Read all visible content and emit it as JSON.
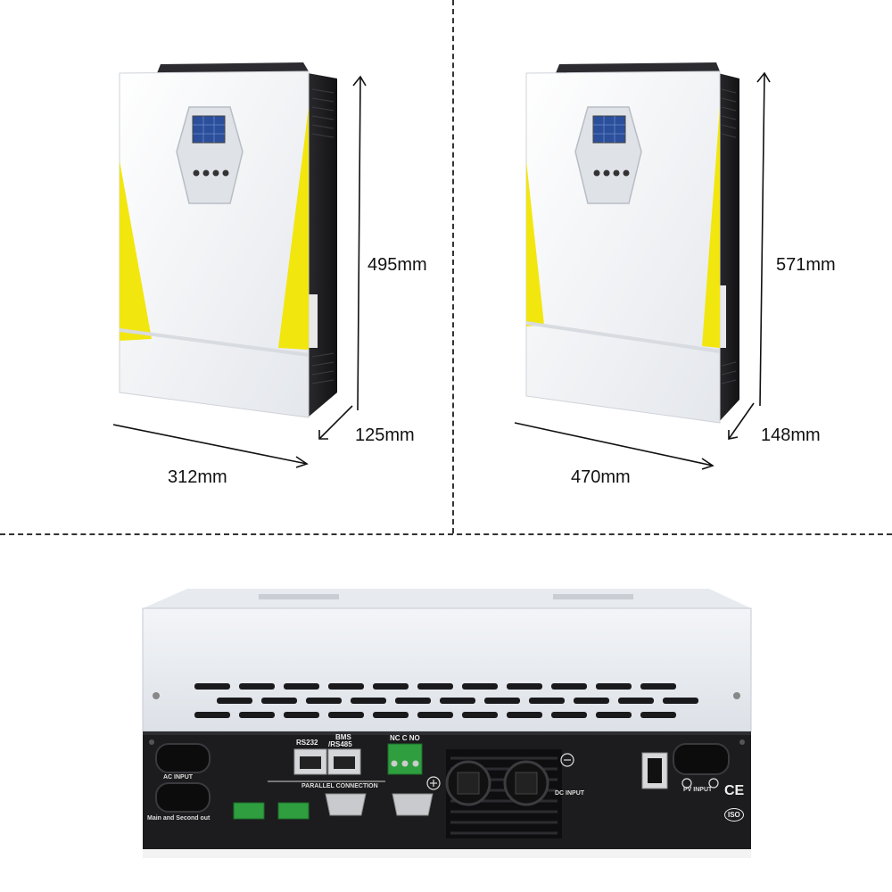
{
  "dimensions": {
    "small_unit": {
      "height": "495mm",
      "depth": "125mm",
      "width": "312mm"
    },
    "large_unit": {
      "height": "571mm",
      "depth": "148mm",
      "width": "470mm"
    }
  },
  "bottom_panel": {
    "labels": {
      "rs232": "RS232",
      "bms": "BMS",
      "rs485": "/RS485",
      "nc_c_no": "NC C NO",
      "ac_input": "AC INPUT",
      "parallel": "PARALLEL CONNECTION",
      "main_second": "Main and Second out",
      "dc_input": "DC INPUT",
      "pv_input": "PV INPUT",
      "ce": "CE",
      "iso": "ISO"
    }
  },
  "colors": {
    "accent_yellow": "#f2e60f",
    "casing_white": "#eef0f3",
    "panel_black": "#1c1c1e",
    "terminal_green": "#2e9e3e"
  }
}
